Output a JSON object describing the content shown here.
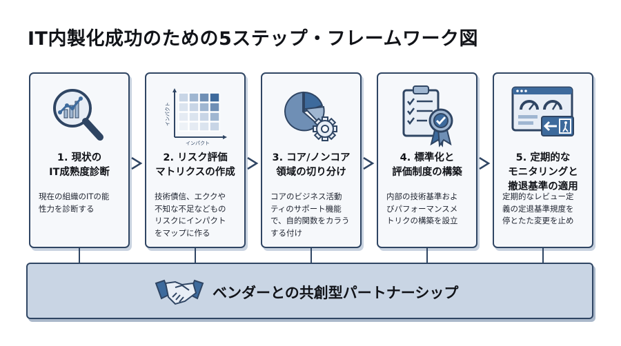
{
  "title": "IT内製化成功のための5ステップ・フレームワーク図",
  "steps": [
    {
      "heading": "1. 現状の\nIT成熟度診断",
      "description": "現在の組織のITの能\n性力を診断する",
      "icon": "magnifier-chart-icon"
    },
    {
      "heading": "2. リスク評価\nマトリクスの作成",
      "description": "技術債信、エククや\n不知な不足などもの\nリスクにインパクト\nをマップに作る",
      "icon": "risk-matrix-icon",
      "matrix_x_label": "インパクト",
      "matrix_y_label": "インパクト"
    },
    {
      "heading": "3. コア/ノンコア\n領域の切り分け",
      "description": "コアのビジネス活動\nティのサポート機能\nで、自的関数をカラう\nする付け",
      "icon": "pie-gear-icon"
    },
    {
      "heading": "4. 標準化と\n評価制度の構築",
      "description": "内部の技術基準およ\nびパフォーマンスメ\nトリクの構築を設立",
      "icon": "clipboard-badge-icon"
    },
    {
      "heading": "5. 定期的な\nモニタリングと\n撤退基準の適用",
      "description": "定期的なレビュー定\n義の定退基準規度を\n停とたた変更を止め",
      "icon": "dashboard-exit-icon"
    }
  ],
  "partnership": {
    "label": "ベンダーとの共創型パートナーシップ",
    "icon": "handshake-icon"
  },
  "colors": {
    "border": "#2f4563",
    "card_bg": "#f6f8fb",
    "bar_bg": "#c9d5e4",
    "accent": "#3d6a9c",
    "light_accent": "#9fb6d1"
  }
}
